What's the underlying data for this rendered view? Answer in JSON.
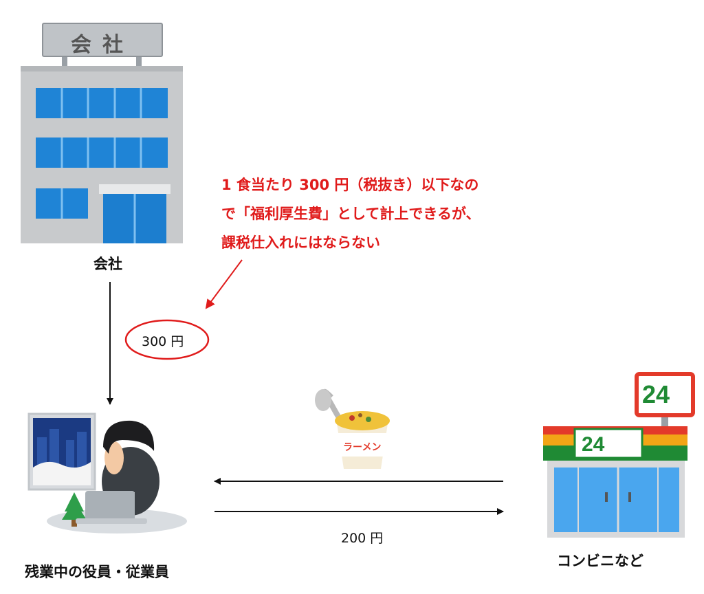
{
  "entities": {
    "company": {
      "label": "会社",
      "sign": "会社"
    },
    "worker": {
      "label": "残業中の役員・従業員"
    },
    "store": {
      "label": "コンビニなど",
      "sign_top": "24",
      "sign_awning": "24"
    }
  },
  "flows": {
    "company_to_worker": {
      "amount": "300 円"
    },
    "worker_to_store": {
      "amount": "200 円"
    }
  },
  "product": {
    "label": "ラーメン"
  },
  "note": {
    "lines": [
      "1 食当たり 300 円（税抜き）以下なの",
      "で「福利厚生費」として計上できるが、",
      "課税仕入れにはならない"
    ]
  },
  "colors": {
    "accent_red": "#e01b1b",
    "window_blue": "#1f84d6",
    "store_green": "#1f8a34"
  }
}
